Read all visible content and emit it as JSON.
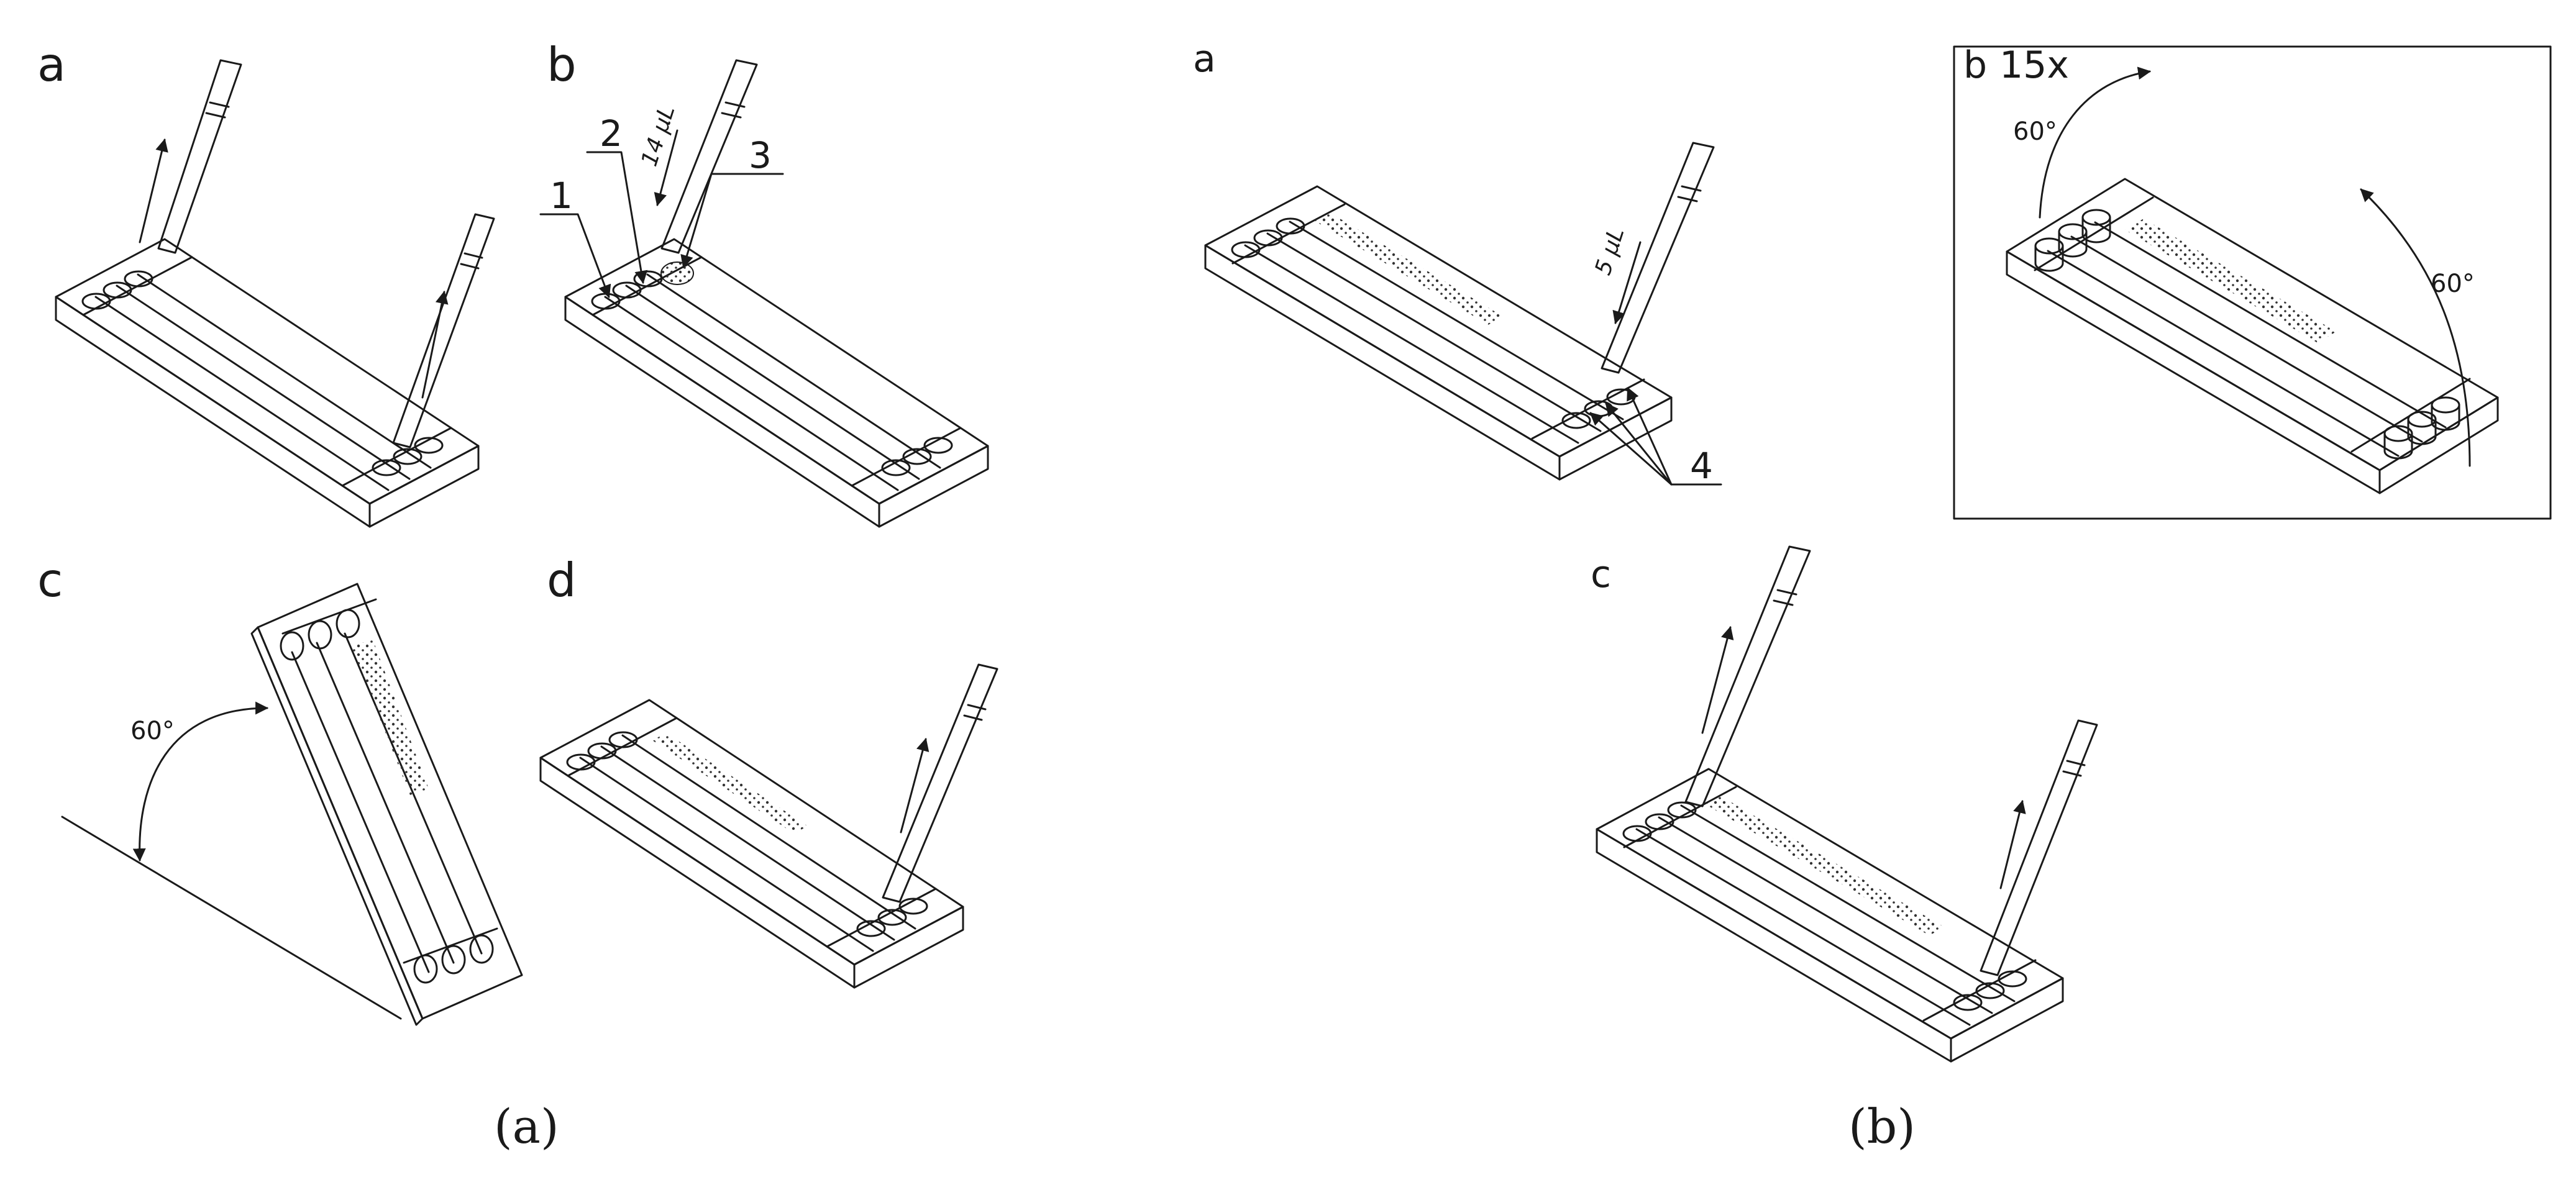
{
  "panel_a": {
    "caption": "(a)",
    "subpanels": [
      {
        "letter": "a"
      },
      {
        "letter": "b",
        "volume": "14 μL",
        "markers": [
          "1",
          "2",
          "3"
        ]
      },
      {
        "letter": "c",
        "angle": "60°"
      },
      {
        "letter": "d"
      }
    ]
  },
  "panel_b": {
    "caption": "(b)",
    "subpanels": [
      {
        "letter": "a",
        "volume": "5 μL",
        "marker": "4"
      },
      {
        "letter": "b",
        "magnification": "15x",
        "angles": [
          "60°",
          "60°"
        ]
      },
      {
        "letter": "c"
      }
    ]
  }
}
